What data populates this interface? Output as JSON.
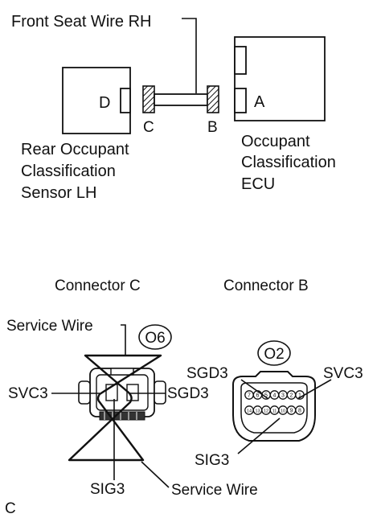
{
  "top_diagram": {
    "wire_label": "Front Seat Wire RH",
    "sensor_label": [
      "Rear Occupant",
      "Classification",
      "Sensor LH"
    ],
    "ecu_label": [
      "Occupant",
      "Classification",
      "ECU"
    ],
    "connector_letters": {
      "d": "D",
      "c": "C",
      "b": "B",
      "a": "A"
    }
  },
  "bottom_diagram": {
    "connector_c": {
      "title": "Connector C",
      "code": "O6",
      "service_wire_top": "Service Wire",
      "service_wire_bottom": "Service Wire",
      "pin_left": "SVC3",
      "pin_right": "SGD3",
      "pin_bottom": "SIG3"
    },
    "connector_b": {
      "title": "Connector B",
      "code": "O2",
      "pin_top_left": "SGD3",
      "pin_top_right": "SVC3",
      "pin_bottom": "SIG3",
      "pin_numbers_top": [
        "7",
        "6",
        "5",
        "4",
        "3",
        "2",
        "1"
      ],
      "pin_numbers_bottom": [
        "14",
        "13",
        "12",
        "11",
        "10",
        "9",
        "8"
      ]
    }
  },
  "figure_letter": "C"
}
